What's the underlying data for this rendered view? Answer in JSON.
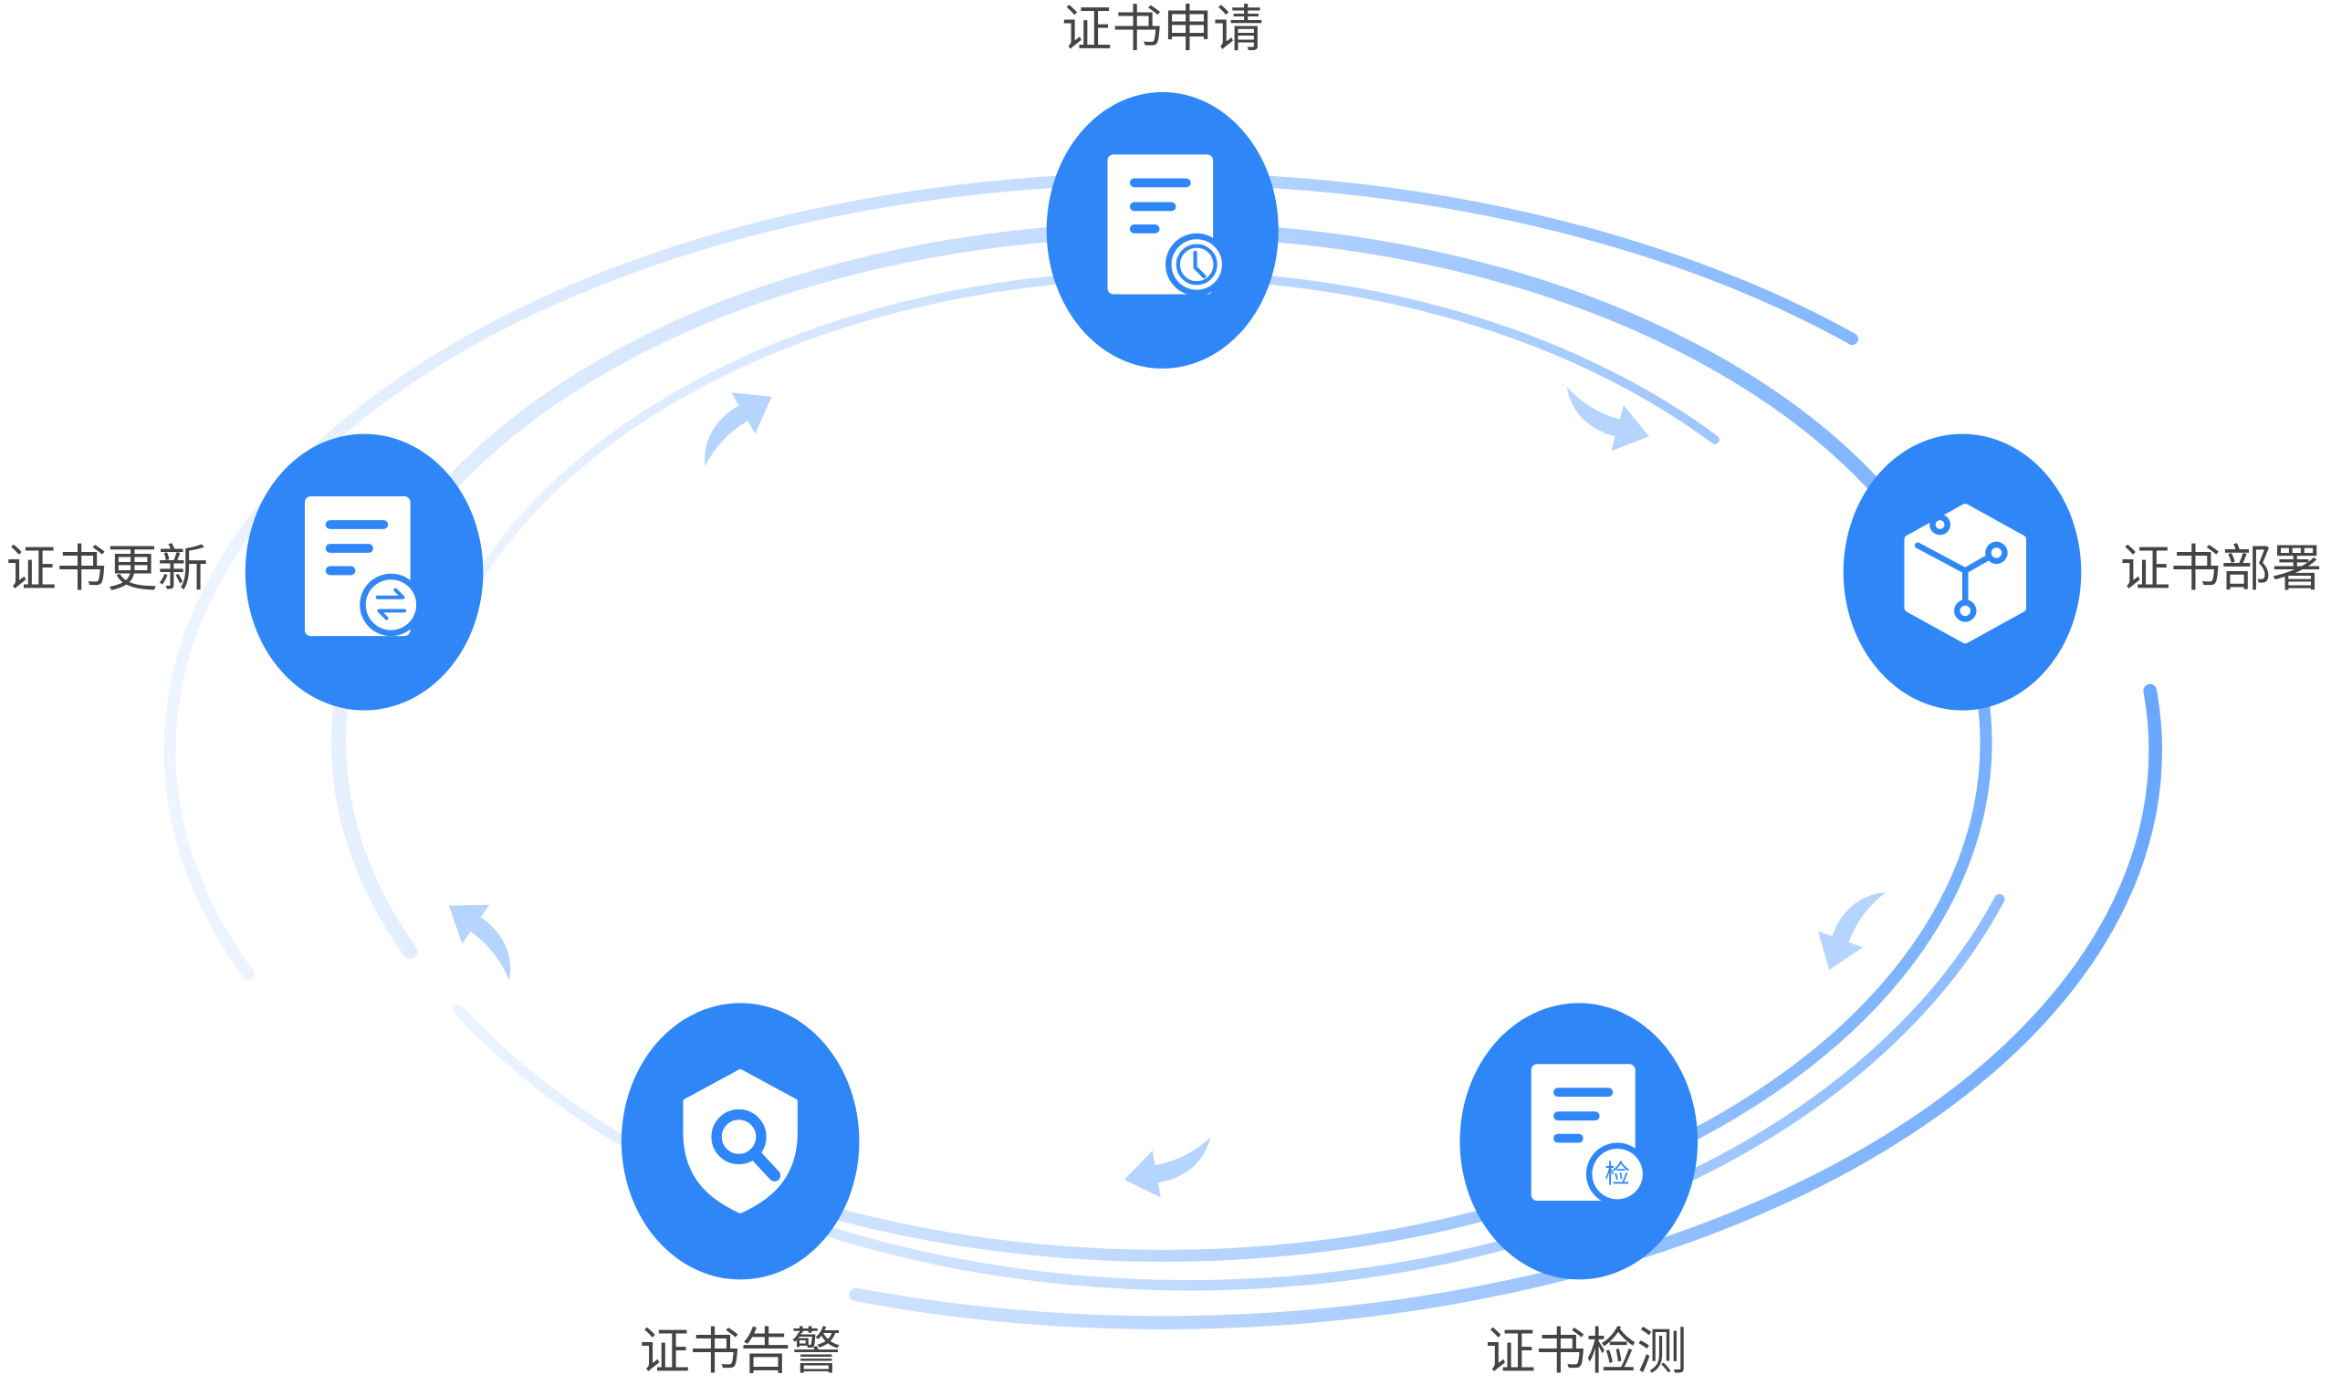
{
  "diagram": {
    "stages": [
      {
        "label": "证书申请",
        "icon": "document-clock-icon"
      },
      {
        "label": "证书部署",
        "icon": "deploy-cube-icon"
      },
      {
        "label": "证书检测",
        "icon": "document-check-icon",
        "badge": "检"
      },
      {
        "label": "证书告警",
        "icon": "shield-search-icon"
      },
      {
        "label": "证书更新",
        "icon": "document-swap-icon"
      }
    ],
    "colors": {
      "node": "#2f87f7",
      "icon": "#ffffff",
      "ring_light": "#e8f1ff",
      "ring_dark": "#6aa8ff",
      "arrow": "#b5d4ff",
      "label": "#444444"
    }
  }
}
